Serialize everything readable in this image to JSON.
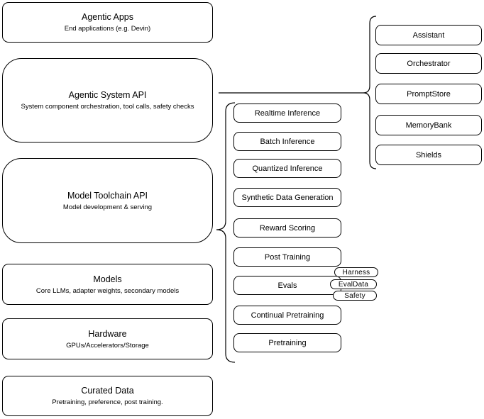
{
  "stack": [
    {
      "title": "Agentic Apps",
      "subtitle": "End applications (e.g. Devin)"
    },
    {
      "title": "Agentic System API",
      "subtitle": "System component orchestration, tool calls, safety checks"
    },
    {
      "title": "Model Toolchain API",
      "subtitle": "Model development & serving"
    },
    {
      "title": "Models",
      "subtitle": "Core LLMs, adapter weights, secondary models"
    },
    {
      "title": "Hardware",
      "subtitle": "GPUs/Accelerators/Storage"
    },
    {
      "title": "Curated Data",
      "subtitle": "Pretraining, preference, post training."
    }
  ],
  "toolchain": {
    "items": [
      "Realtime Inference",
      "Batch Inference",
      "Quantized Inference",
      "Synthetic Data Generation",
      "Reward Scoring",
      "Post Training",
      "Evals",
      "Continual Pretraining",
      "Pretraining"
    ]
  },
  "evals_tags": [
    "Harness",
    "EvalData",
    "Safety"
  ],
  "system_components": [
    "Assistant",
    "Orchestrator",
    "PromptStore",
    "MemoryBank",
    "Shields"
  ],
  "colors": {
    "stroke": "#000000",
    "fill": "#ffffff",
    "background": "#ffffff"
  }
}
